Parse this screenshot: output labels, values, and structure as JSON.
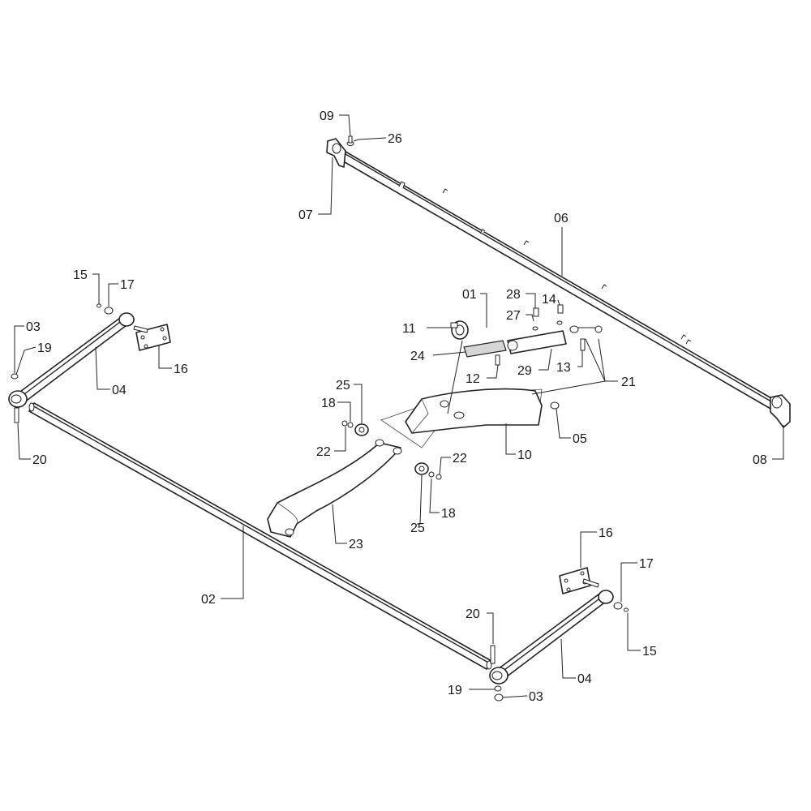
{
  "labels": {
    "p01": "01",
    "p02": "02",
    "p03_left": "03",
    "p03_right": "03",
    "p04_left": "04",
    "p04_right": "04",
    "p05": "05",
    "p06": "06",
    "p07": "07",
    "p08": "08",
    "p09": "09",
    "p10": "10",
    "p11": "11",
    "p12": "12",
    "p13": "13",
    "p14": "14",
    "p15_left": "15",
    "p15_right": "15",
    "p16_left": "16",
    "p16_right": "16",
    "p17_left": "17",
    "p17_right": "17",
    "p18_upper": "18",
    "p18_lower": "18",
    "p19_left": "19",
    "p19_right": "19",
    "p20_left": "20",
    "p20_right": "20",
    "p21": "21",
    "p22_upper": "22",
    "p22_lower": "22",
    "p23": "23",
    "p24": "24",
    "p25_upper": "25",
    "p25_lower": "25",
    "p26": "26",
    "p27": "27",
    "p28": "28",
    "p29": "29"
  }
}
